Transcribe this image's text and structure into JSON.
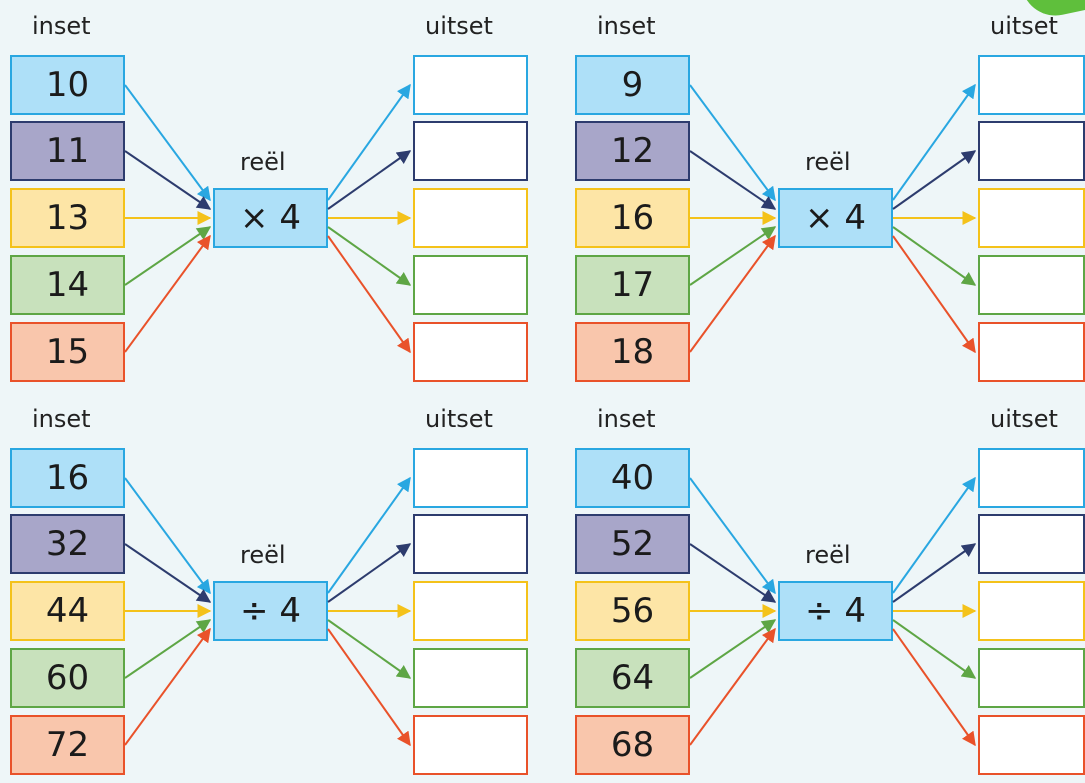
{
  "panels": [
    {
      "inset_label": "inset",
      "uitset_label": "uitset",
      "rule_label": "reël",
      "rule": "× 4",
      "inputs": [
        "10",
        "11",
        "13",
        "14",
        "15"
      ]
    },
    {
      "inset_label": "inset",
      "uitset_label": "uitset",
      "rule_label": "reël",
      "rule": "× 4",
      "inputs": [
        "9",
        "12",
        "16",
        "17",
        "18"
      ]
    },
    {
      "inset_label": "inset",
      "uitset_label": "uitset",
      "rule_label": "reël",
      "rule": "÷ 4",
      "inputs": [
        "16",
        "32",
        "44",
        "60",
        "72"
      ]
    },
    {
      "inset_label": "inset",
      "uitset_label": "uitset",
      "rule_label": "reël",
      "rule": "÷ 4",
      "inputs": [
        "40",
        "52",
        "56",
        "64",
        "68"
      ]
    }
  ],
  "colors": [
    "#29a7e1",
    "#2d3c6e",
    "#f4c21a",
    "#5ea645",
    "#e9522a"
  ]
}
